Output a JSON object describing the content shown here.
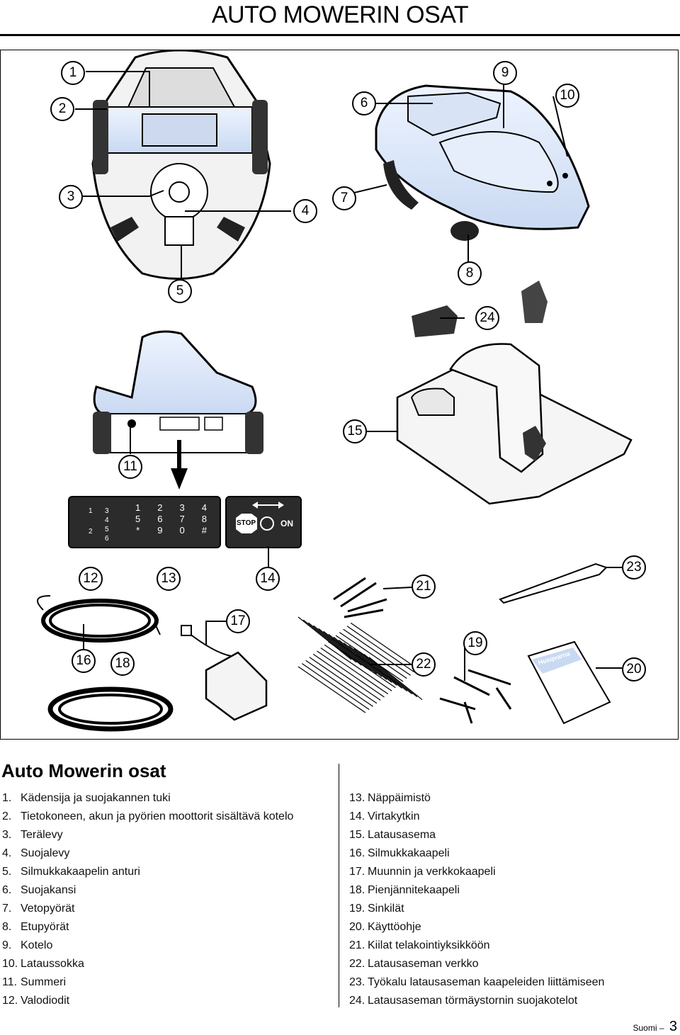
{
  "page": {
    "title": "AUTO MOWERIN OSAT",
    "section_heading": "Auto Mowerin osat",
    "footer_label": "Suomi",
    "footer_dash": "–",
    "footer_page": "3"
  },
  "callouts": [
    "1",
    "2",
    "3",
    "4",
    "5",
    "6",
    "7",
    "8",
    "9",
    "10",
    "11",
    "12",
    "13",
    "14",
    "15",
    "16",
    "17",
    "18",
    "19",
    "20",
    "21",
    "22",
    "23",
    "24"
  ],
  "keypad": {
    "stop_label": "STOP",
    "on_label": "ON",
    "keys": [
      "1",
      "2",
      "3",
      "4",
      "5",
      "6",
      "7",
      "8",
      "*",
      "9",
      "0",
      "#"
    ],
    "led_labels": [
      "1",
      "3",
      "4",
      "2",
      "5",
      "6"
    ]
  },
  "manual_brand": "Husqvarna",
  "parts_left": [
    {
      "num": "1.",
      "label": "Kädensija ja suojakannen tuki"
    },
    {
      "num": "2.",
      "label": "Tietokoneen, akun ja pyörien moottorit sisältävä kotelo"
    },
    {
      "num": "3.",
      "label": "Terälevy"
    },
    {
      "num": "4.",
      "label": "Suojalevy"
    },
    {
      "num": "5.",
      "label": "Silmukkakaapelin anturi"
    },
    {
      "num": "6.",
      "label": "Suojakansi"
    },
    {
      "num": "7.",
      "label": "Vetopyörät"
    },
    {
      "num": "8.",
      "label": "Etupyörät"
    },
    {
      "num": "9.",
      "label": "Kotelo"
    },
    {
      "num": "10.",
      "label": "Lataussokka"
    },
    {
      "num": "11.",
      "label": "Summeri"
    },
    {
      "num": "12.",
      "label": "Valodiodit"
    }
  ],
  "parts_right": [
    {
      "num": "13.",
      "label": "Näppäimistö"
    },
    {
      "num": "14.",
      "label": "Virtakytkin"
    },
    {
      "num": "15.",
      "label": "Latausasema"
    },
    {
      "num": "16.",
      "label": "Silmukkakaapeli"
    },
    {
      "num": "17.",
      "label": "Muunnin ja verkkokaapeli"
    },
    {
      "num": "18.",
      "label": "Pienjännitekaapeli"
    },
    {
      "num": "19.",
      "label": "Sinkilät"
    },
    {
      "num": "20.",
      "label": "Käyttöohje"
    },
    {
      "num": "21.",
      "label": "Kiilat telakointiyksikköön"
    },
    {
      "num": "22.",
      "label": "Latausaseman verkko"
    },
    {
      "num": "23.",
      "label": "Työkalu latausaseman kaapeleiden liittämiseen"
    },
    {
      "num": "24.",
      "label": "Latausaseman törmäystornin suojakotelot"
    }
  ]
}
